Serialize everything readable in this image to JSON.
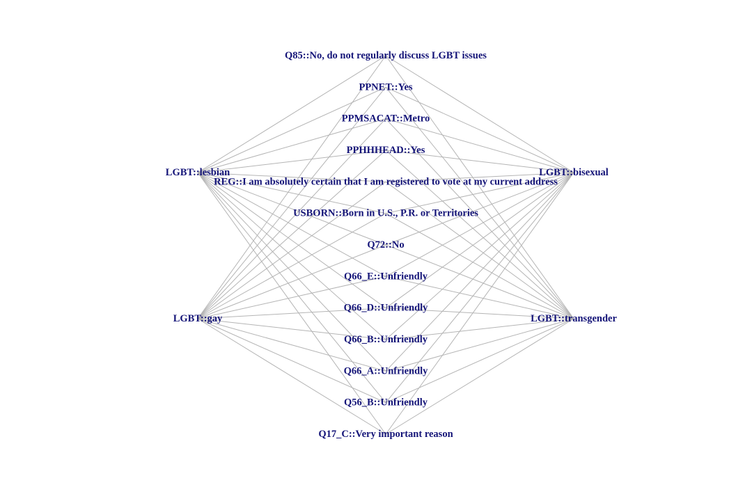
{
  "diagram": {
    "type": "bipartite-network",
    "colors": {
      "edge": "#b4b4b4",
      "label": "#141478",
      "background": "#ffffff"
    },
    "left_nodes": [
      {
        "id": "lesbian",
        "label": "LGBT::lesbian"
      },
      {
        "id": "gay",
        "label": "LGBT::gay"
      }
    ],
    "right_nodes": [
      {
        "id": "bisexual",
        "label": "LGBT::bisexual"
      },
      {
        "id": "transgender",
        "label": "LGBT::transgender"
      }
    ],
    "middle_nodes": [
      {
        "id": "q85",
        "label": "Q85::No, do not regularly discuss LGBT issues"
      },
      {
        "id": "ppnet",
        "label": "PPNET::Yes"
      },
      {
        "id": "ppmsacat",
        "label": "PPMSACAT::Metro"
      },
      {
        "id": "pphhhead",
        "label": "PPHHHEAD::Yes"
      },
      {
        "id": "reg",
        "label": "REG::I am absolutely certain that I am registered to vote at my current address"
      },
      {
        "id": "usborn",
        "label": "USBORN::Born in U.S., P.R. or Territories"
      },
      {
        "id": "q72",
        "label": "Q72::No"
      },
      {
        "id": "q66e",
        "label": "Q66_E::Unfriendly"
      },
      {
        "id": "q66d",
        "label": "Q66_D::Unfriendly"
      },
      {
        "id": "q66b",
        "label": "Q66_B::Unfriendly"
      },
      {
        "id": "q66a",
        "label": "Q66_A::Unfriendly"
      },
      {
        "id": "q56b",
        "label": "Q56_B::Unfriendly"
      },
      {
        "id": "q17c",
        "label": "Q17_C::Very important reason"
      }
    ],
    "edges": "every LGBT node connects to every middle node"
  }
}
